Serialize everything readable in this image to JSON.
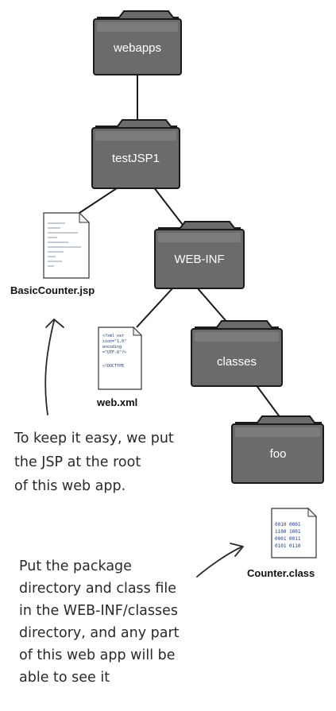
{
  "folders": {
    "webapps": "webapps",
    "testjsp1": "testJSP1",
    "webinf": "WEB-INF",
    "classes": "classes",
    "foo": "foo"
  },
  "files": {
    "basic_counter": {
      "name": "BasicCounter.jsp",
      "icon": "document-icon"
    },
    "web_xml": {
      "name": "web.xml",
      "icon": "document-icon",
      "code_lines": [
        "<?xml ver",
        "sion=\"1.0\"",
        "encoding",
        "=\"UTF-8\"?>",
        "",
        "<!DOCTYPE"
      ]
    },
    "counter_class": {
      "name": "Counter.class",
      "icon": "binary-file-icon",
      "code_lines": [
        "0010 0001",
        "1100 1001",
        "0001 0011",
        "0101 0110"
      ]
    }
  },
  "annotations": {
    "jsp_note": [
      "To keep it easy, we put",
      "the JSP at the root",
      "of this web app."
    ],
    "class_note": [
      "Put the package",
      "directory and class file",
      "in the WEB-INF/classes",
      "directory, and any part",
      "of this web app will be",
      "able to see it"
    ]
  },
  "colors": {
    "folder_fill": "#6b6b6b",
    "folder_outline": "#1a1a1a",
    "folder_label": "#ffffff"
  }
}
